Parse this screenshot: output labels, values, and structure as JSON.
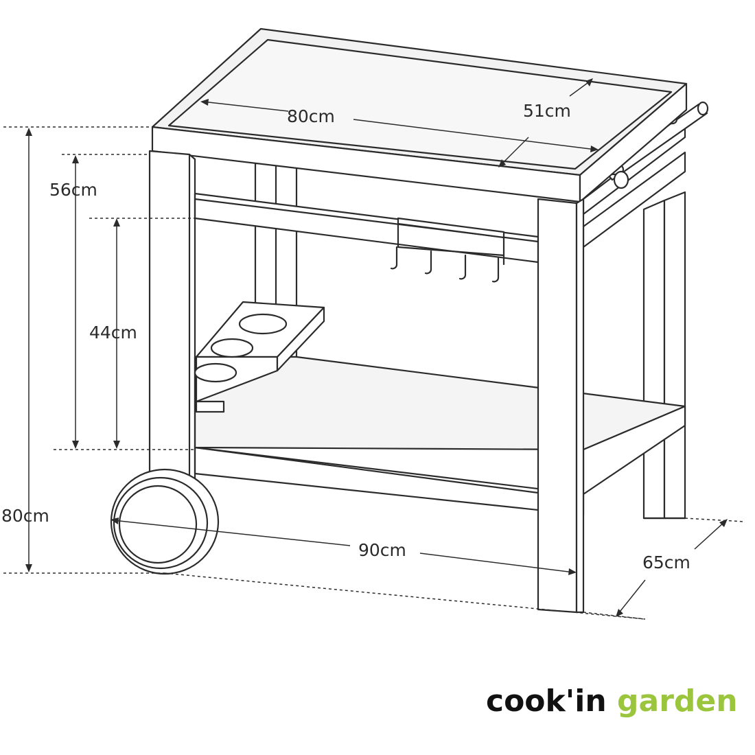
{
  "dimensions": {
    "top_width": "80cm",
    "top_depth": "51cm",
    "top_shelf_gap": "56cm",
    "shelf_gap": "44cm",
    "total_height": "80cm",
    "total_width": "90cm",
    "total_depth": "65cm"
  },
  "brand": {
    "part1": "cook'in",
    "part2": "garden",
    "color_dark": "#111111",
    "color_green": "#9bc53d"
  },
  "colors": {
    "line": "#2b2b2b",
    "panel": "#f2f2f2",
    "wood": "#ffffff"
  }
}
